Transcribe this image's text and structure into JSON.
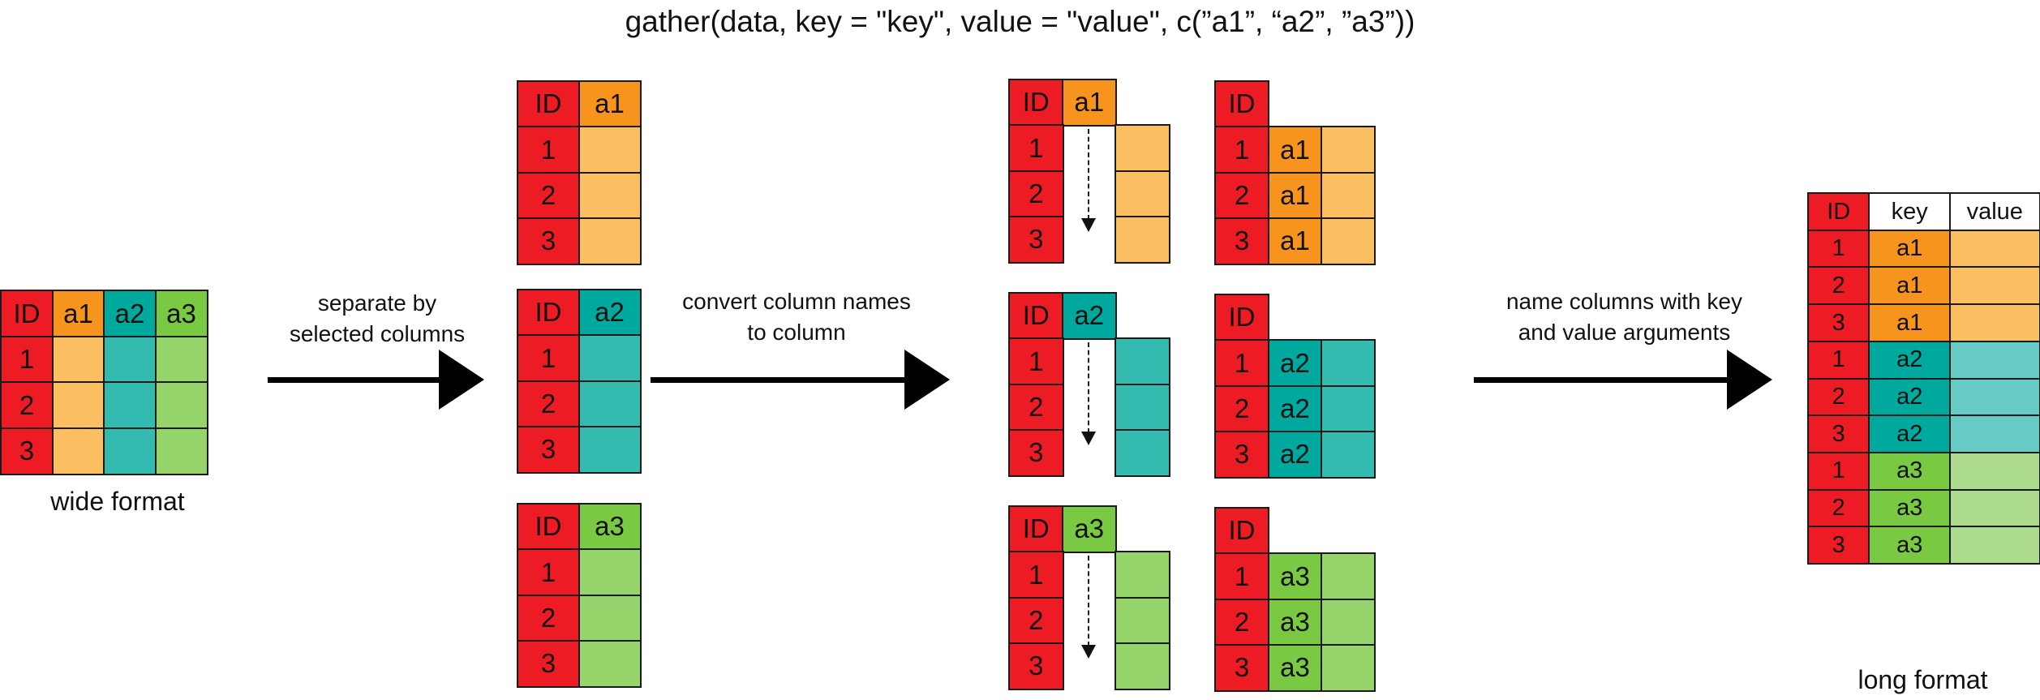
{
  "title": "gather(data, key = \"key\", value = \"value\", c(”a1”,  “a2”, ”a3”))",
  "colors": {
    "red": "#ED1C24",
    "orange": "#F7941D",
    "lorange": "#FBBF62",
    "teal": "#00A99D",
    "lteal": "#33BBAF",
    "green": "#7AC943",
    "lgreen": "#96D46C",
    "vteal": "#66CBC4",
    "vgreen": "#AEDC8E",
    "white": "#FFFFFF"
  },
  "captions": {
    "wide": "wide format",
    "long": "long format"
  },
  "steps": [
    {
      "lines": [
        "separate by",
        "selected columns"
      ]
    },
    {
      "lines": [
        "convert column names",
        "to column"
      ]
    },
    {
      "lines": [
        "name columns with key",
        "and value arguments"
      ]
    }
  ],
  "tables": {
    "wide": {
      "rows": [
        [
          "ID",
          "a1",
          "a2",
          "a3"
        ],
        [
          "1",
          "",
          "",
          ""
        ],
        [
          "2",
          "",
          "",
          ""
        ],
        [
          "3",
          "",
          "",
          ""
        ]
      ],
      "fills": [
        [
          "red",
          "orange",
          "teal",
          "green"
        ],
        [
          "red",
          "lorange",
          "lteal",
          "lgreen"
        ],
        [
          "red",
          "lorange",
          "lteal",
          "lgreen"
        ],
        [
          "red",
          "lorange",
          "lteal",
          "lgreen"
        ]
      ]
    },
    "sep_a1": {
      "rows": [
        [
          "ID",
          "a1"
        ],
        [
          "1",
          ""
        ],
        [
          "2",
          ""
        ],
        [
          "3",
          ""
        ]
      ],
      "fills": [
        [
          "red",
          "orange"
        ],
        [
          "red",
          "lorange"
        ],
        [
          "red",
          "lorange"
        ],
        [
          "red",
          "lorange"
        ]
      ]
    },
    "sep_a2": {
      "rows": [
        [
          "ID",
          "a2"
        ],
        [
          "1",
          ""
        ],
        [
          "2",
          ""
        ],
        [
          "3",
          ""
        ]
      ],
      "fills": [
        [
          "red",
          "teal"
        ],
        [
          "red",
          "lteal"
        ],
        [
          "red",
          "lteal"
        ],
        [
          "red",
          "lteal"
        ]
      ]
    },
    "sep_a3": {
      "rows": [
        [
          "ID",
          "a3"
        ],
        [
          "1",
          ""
        ],
        [
          "2",
          ""
        ],
        [
          "3",
          ""
        ]
      ],
      "fills": [
        [
          "red",
          "green"
        ],
        [
          "red",
          "lgreen"
        ],
        [
          "red",
          "lgreen"
        ],
        [
          "red",
          "lgreen"
        ]
      ]
    },
    "conv_a1": {
      "rows": [
        [
          "ID",
          "a1",
          null
        ],
        [
          "1",
          null,
          ""
        ],
        [
          "2",
          null,
          ""
        ],
        [
          "3",
          null,
          ""
        ]
      ],
      "fills": [
        [
          "red",
          "orange",
          null
        ],
        [
          "red",
          null,
          "lorange"
        ],
        [
          "red",
          null,
          "lorange"
        ],
        [
          "red",
          null,
          "lorange"
        ]
      ]
    },
    "conv_a2": {
      "rows": [
        [
          "ID",
          "a2",
          null
        ],
        [
          "1",
          null,
          ""
        ],
        [
          "2",
          null,
          ""
        ],
        [
          "3",
          null,
          ""
        ]
      ],
      "fills": [
        [
          "red",
          "teal",
          null
        ],
        [
          "red",
          null,
          "lteal"
        ],
        [
          "red",
          null,
          "lteal"
        ],
        [
          "red",
          null,
          "lteal"
        ]
      ]
    },
    "conv_a3": {
      "rows": [
        [
          "ID",
          "a3",
          null
        ],
        [
          "1",
          null,
          ""
        ],
        [
          "2",
          null,
          ""
        ],
        [
          "3",
          null,
          ""
        ]
      ],
      "fills": [
        [
          "red",
          "green",
          null
        ],
        [
          "red",
          null,
          "lgreen"
        ],
        [
          "red",
          null,
          "lgreen"
        ],
        [
          "red",
          null,
          "lgreen"
        ]
      ]
    },
    "res_a1": {
      "rows": [
        [
          "ID",
          null,
          null
        ],
        [
          "1",
          "a1",
          ""
        ],
        [
          "2",
          "a1",
          ""
        ],
        [
          "3",
          "a1",
          ""
        ]
      ],
      "fills": [
        [
          "red",
          null,
          null
        ],
        [
          "red",
          "orange",
          "lorange"
        ],
        [
          "red",
          "orange",
          "lorange"
        ],
        [
          "red",
          "orange",
          "lorange"
        ]
      ]
    },
    "res_a2": {
      "rows": [
        [
          "ID",
          null,
          null
        ],
        [
          "1",
          "a2",
          ""
        ],
        [
          "2",
          "a2",
          ""
        ],
        [
          "3",
          "a2",
          ""
        ]
      ],
      "fills": [
        [
          "red",
          null,
          null
        ],
        [
          "red",
          "teal",
          "lteal"
        ],
        [
          "red",
          "teal",
          "lteal"
        ],
        [
          "red",
          "teal",
          "lteal"
        ]
      ]
    },
    "res_a3": {
      "rows": [
        [
          "ID",
          null,
          null
        ],
        [
          "1",
          "a3",
          ""
        ],
        [
          "2",
          "a3",
          ""
        ],
        [
          "3",
          "a3",
          ""
        ]
      ],
      "fills": [
        [
          "red",
          null,
          null
        ],
        [
          "red",
          "green",
          "lgreen"
        ],
        [
          "red",
          "green",
          "lgreen"
        ],
        [
          "red",
          "green",
          "lgreen"
        ]
      ]
    },
    "long": {
      "rows": [
        [
          "ID",
          "key",
          "value"
        ],
        [
          "1",
          "a1",
          ""
        ],
        [
          "2",
          "a1",
          ""
        ],
        [
          "3",
          "a1",
          ""
        ],
        [
          "1",
          "a2",
          ""
        ],
        [
          "2",
          "a2",
          ""
        ],
        [
          "3",
          "a2",
          ""
        ],
        [
          "1",
          "a3",
          ""
        ],
        [
          "2",
          "a3",
          ""
        ],
        [
          "3",
          "a3",
          ""
        ]
      ],
      "fills": [
        [
          "red",
          "white",
          "white"
        ],
        [
          "red",
          "orange",
          "lorange"
        ],
        [
          "red",
          "orange",
          "lorange"
        ],
        [
          "red",
          "orange",
          "lorange"
        ],
        [
          "red",
          "teal",
          "vteal"
        ],
        [
          "red",
          "teal",
          "vteal"
        ],
        [
          "red",
          "teal",
          "vteal"
        ],
        [
          "red",
          "green",
          "vgreen"
        ],
        [
          "red",
          "green",
          "vgreen"
        ],
        [
          "red",
          "green",
          "vgreen"
        ]
      ]
    }
  }
}
